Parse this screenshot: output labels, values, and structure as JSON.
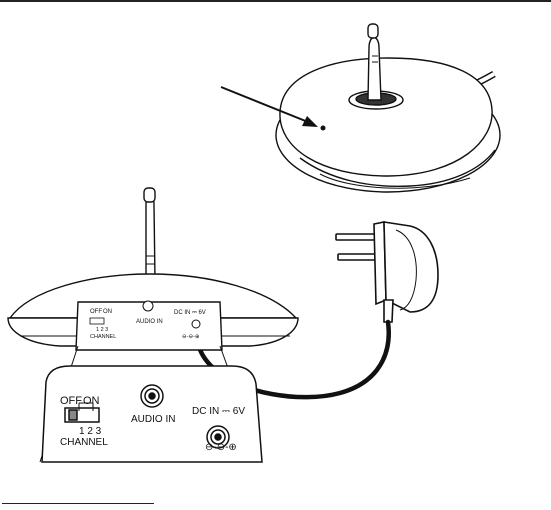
{
  "figure": {
    "panel_small": {
      "switch_off": "OFF",
      "switch_on": "ON",
      "switch_positions": "1 2 3",
      "switch_caption": "CHANNEL",
      "audio_label": "AUDIO  IN",
      "dc_label": "DC  IN ⎓ 6V",
      "polarity": "⊖-⊖-⊕"
    },
    "panel_zoom": {
      "switch_off": "OFF",
      "switch_on": "ON",
      "switch_positions": "1 2 3",
      "switch_caption": "CHANNEL",
      "audio_label": "AUDIO  IN",
      "dc_label": "DC  IN ⎓ 6V",
      "polarity": "⊖-⊖-⊕"
    }
  }
}
